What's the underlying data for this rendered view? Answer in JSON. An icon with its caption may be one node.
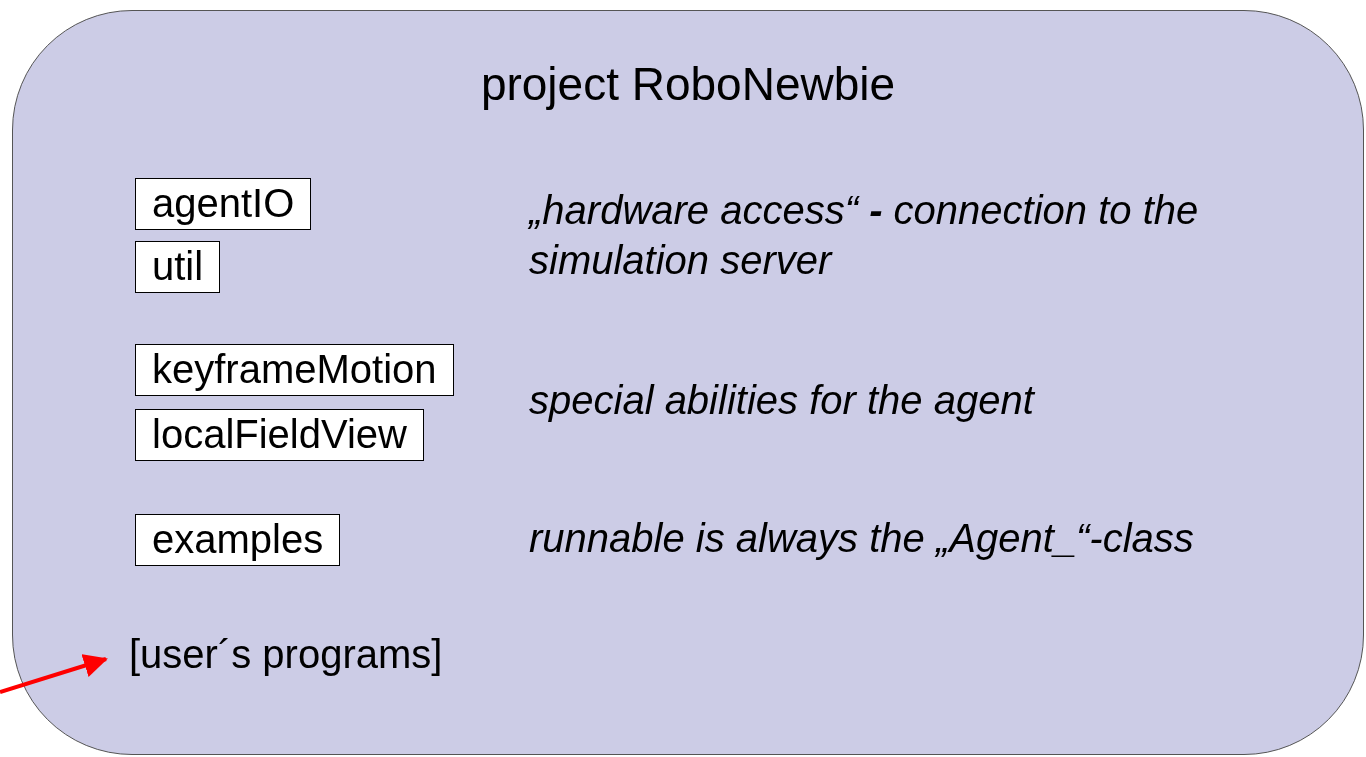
{
  "diagram": {
    "nodes": [
      {
        "text": [
          "project RoboNewbie"
        ]
      },
      {
        "text": [
          "agentIO"
        ],
        "in": 0
      },
      {
        "text": [
          "util"
        ],
        "in": 0
      },
      {
        "text": [
          "keyframeMotion"
        ],
        "in": 0
      },
      {
        "text": [
          "localFieldView"
        ],
        "in": 0
      },
      {
        "text": [
          "examples"
        ],
        "in": 0
      },
      {
        "text": [
          "[user´s programs]"
        ],
        "in": 0
      }
    ],
    "edges": [
      {
        "from": null,
        "to": 6,
        "arrow": "to",
        "color": "#ff0000"
      }
    ],
    "labels": [
      "„hardware access“ **-** connection to the simulation server",
      "special abilities for the agent",
      "runnable is always the „Agent**_**“-class"
    ]
  }
}
